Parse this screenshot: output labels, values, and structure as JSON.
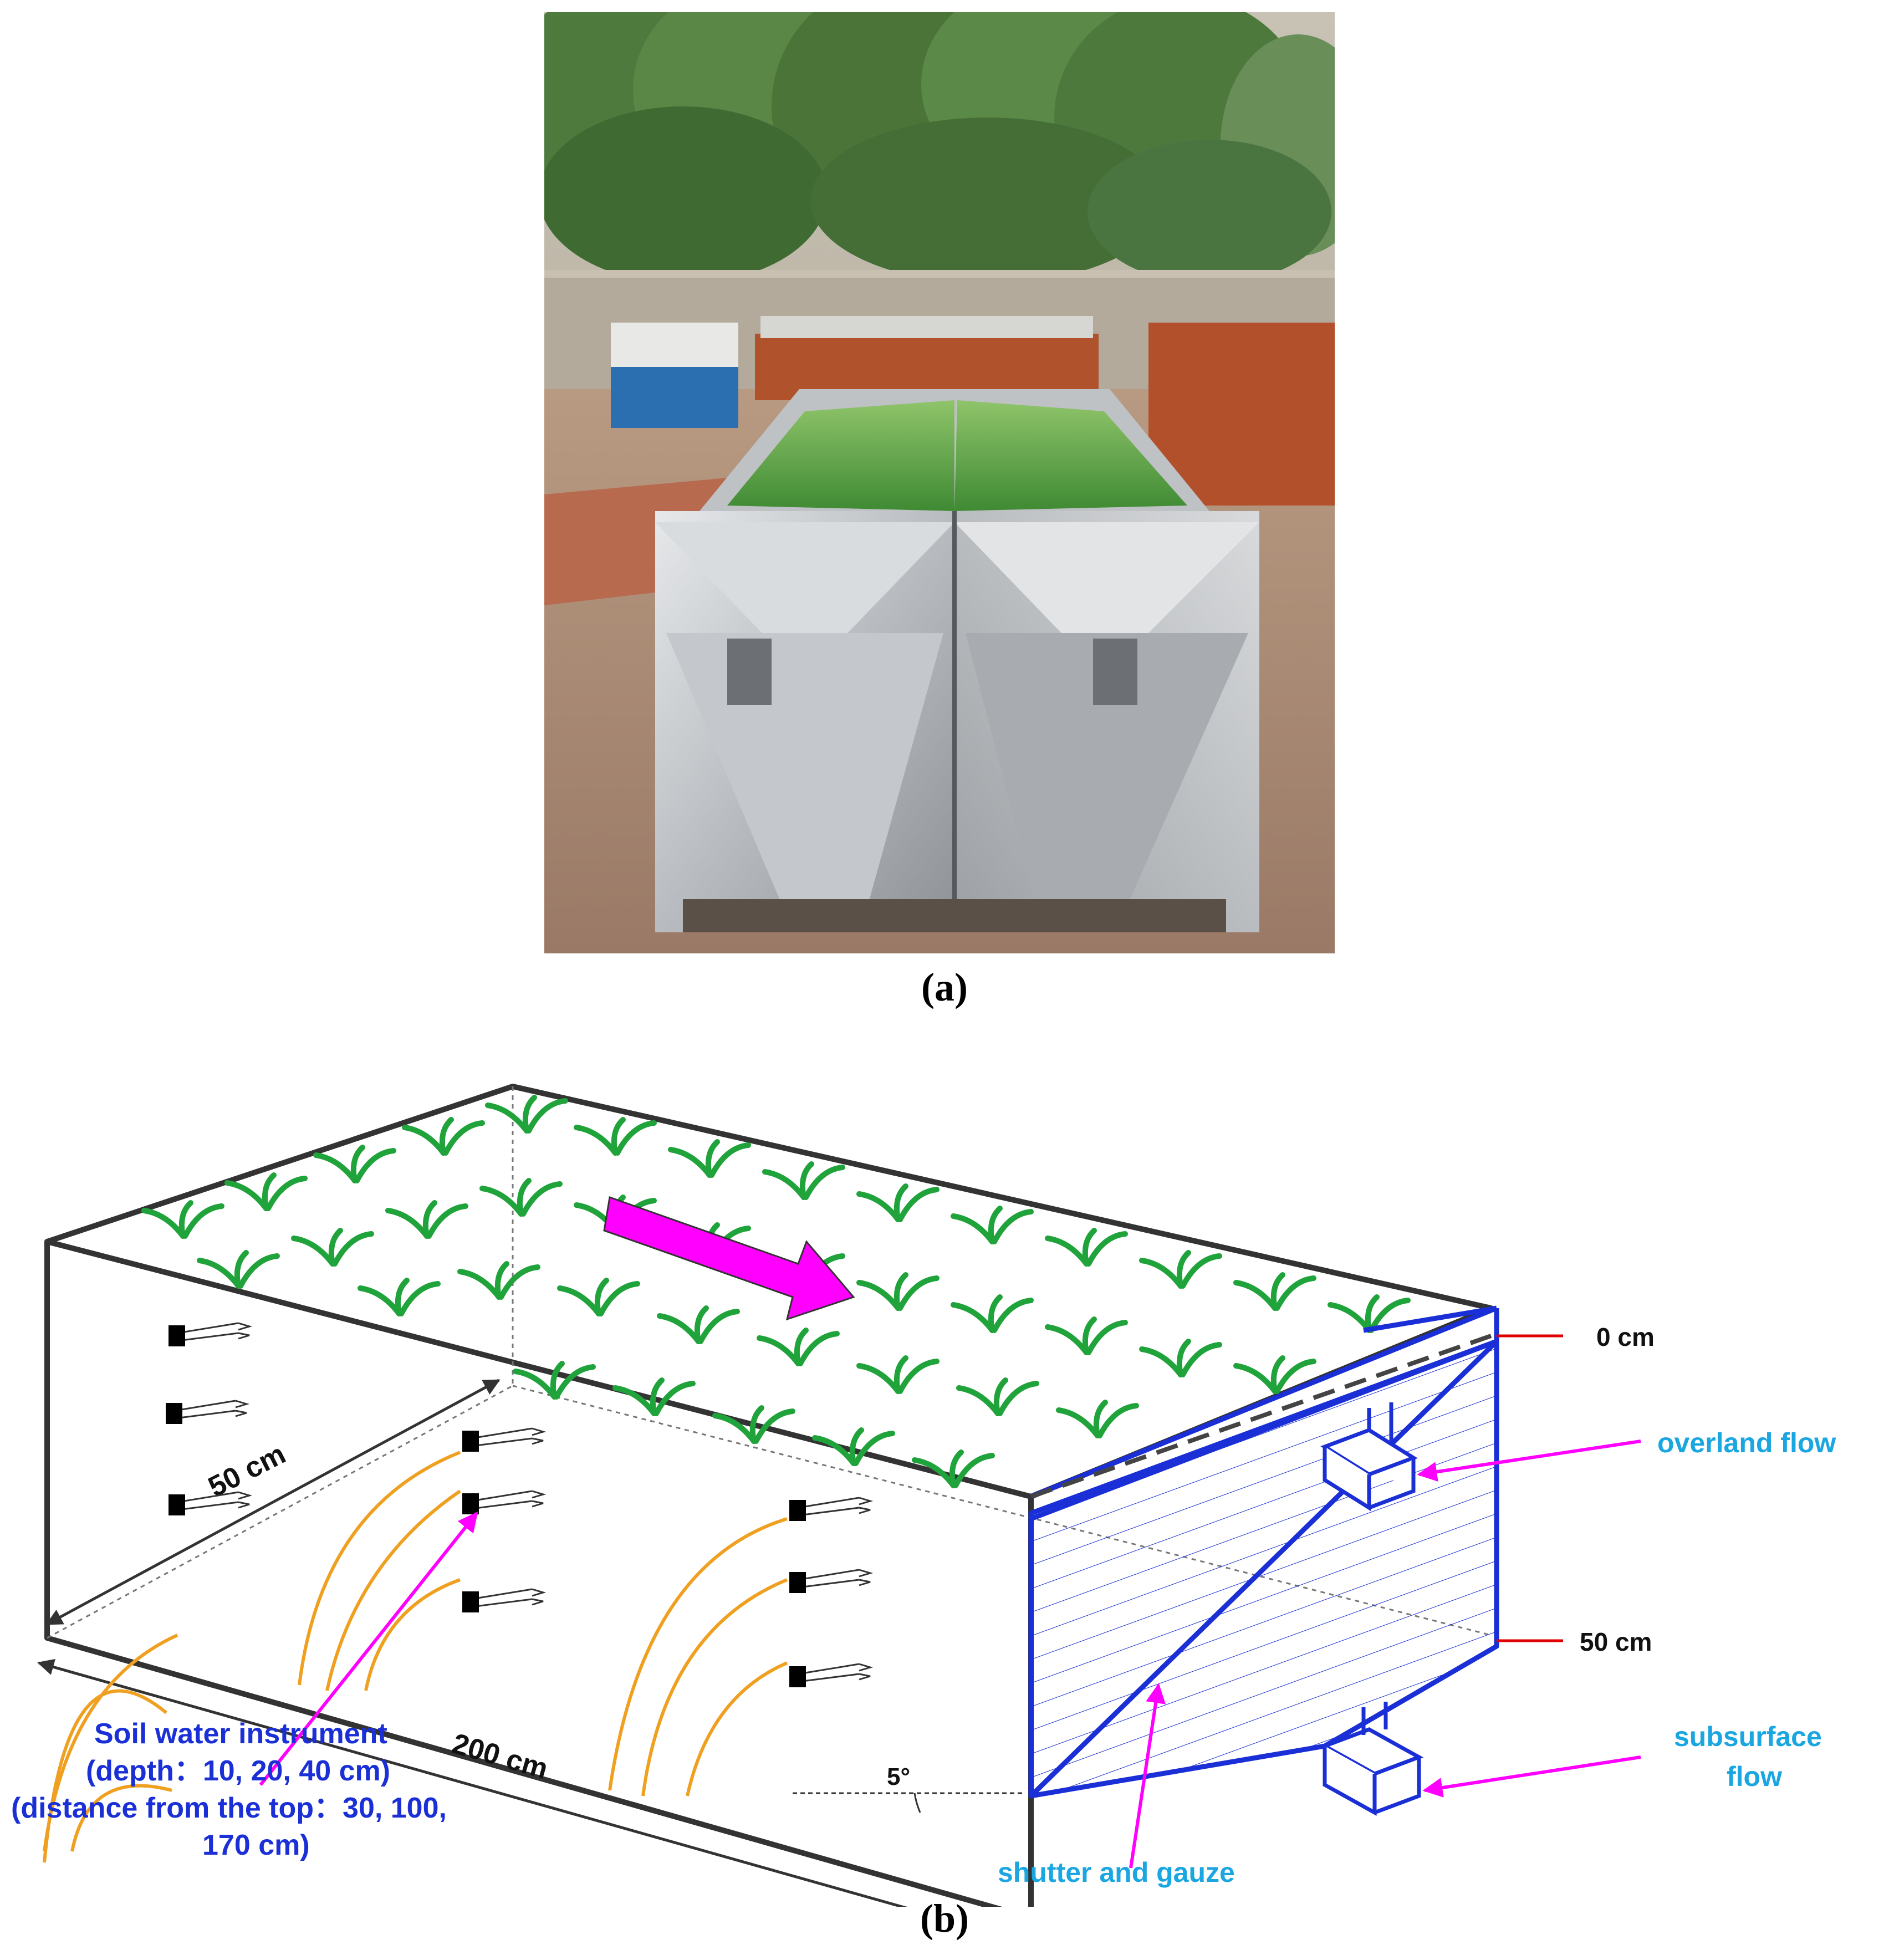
{
  "photo": {
    "caption": "(a)"
  },
  "diagram": {
    "caption": "(b)",
    "dimensions": {
      "width_label": "50 cm",
      "length_label": "200 cm",
      "slope_label": "5°",
      "top_depth_label": "0 cm",
      "bottom_depth_label": "50 cm"
    },
    "flow_labels": {
      "overland": "overland flow",
      "subsurface_line1": "subsurface",
      "subsurface_line2": "flow",
      "shutter": "shutter and gauze"
    },
    "instrument_label": {
      "line1": "Soil water instrument",
      "line2": "(depth：10, 20, 40 cm)",
      "line3": "(distance from the top：30, 100,",
      "line4": "170 cm)"
    },
    "colors": {
      "box_outline": "#333333",
      "trough": "#1a2fd6",
      "grass": "#1fa33a",
      "arrow_pointer": "#ff00ff",
      "flow_label": "#1aa6e0",
      "instrument_label": "#1a2fd6",
      "cable": "#f0a020",
      "depth_marker": "#e00000"
    }
  }
}
